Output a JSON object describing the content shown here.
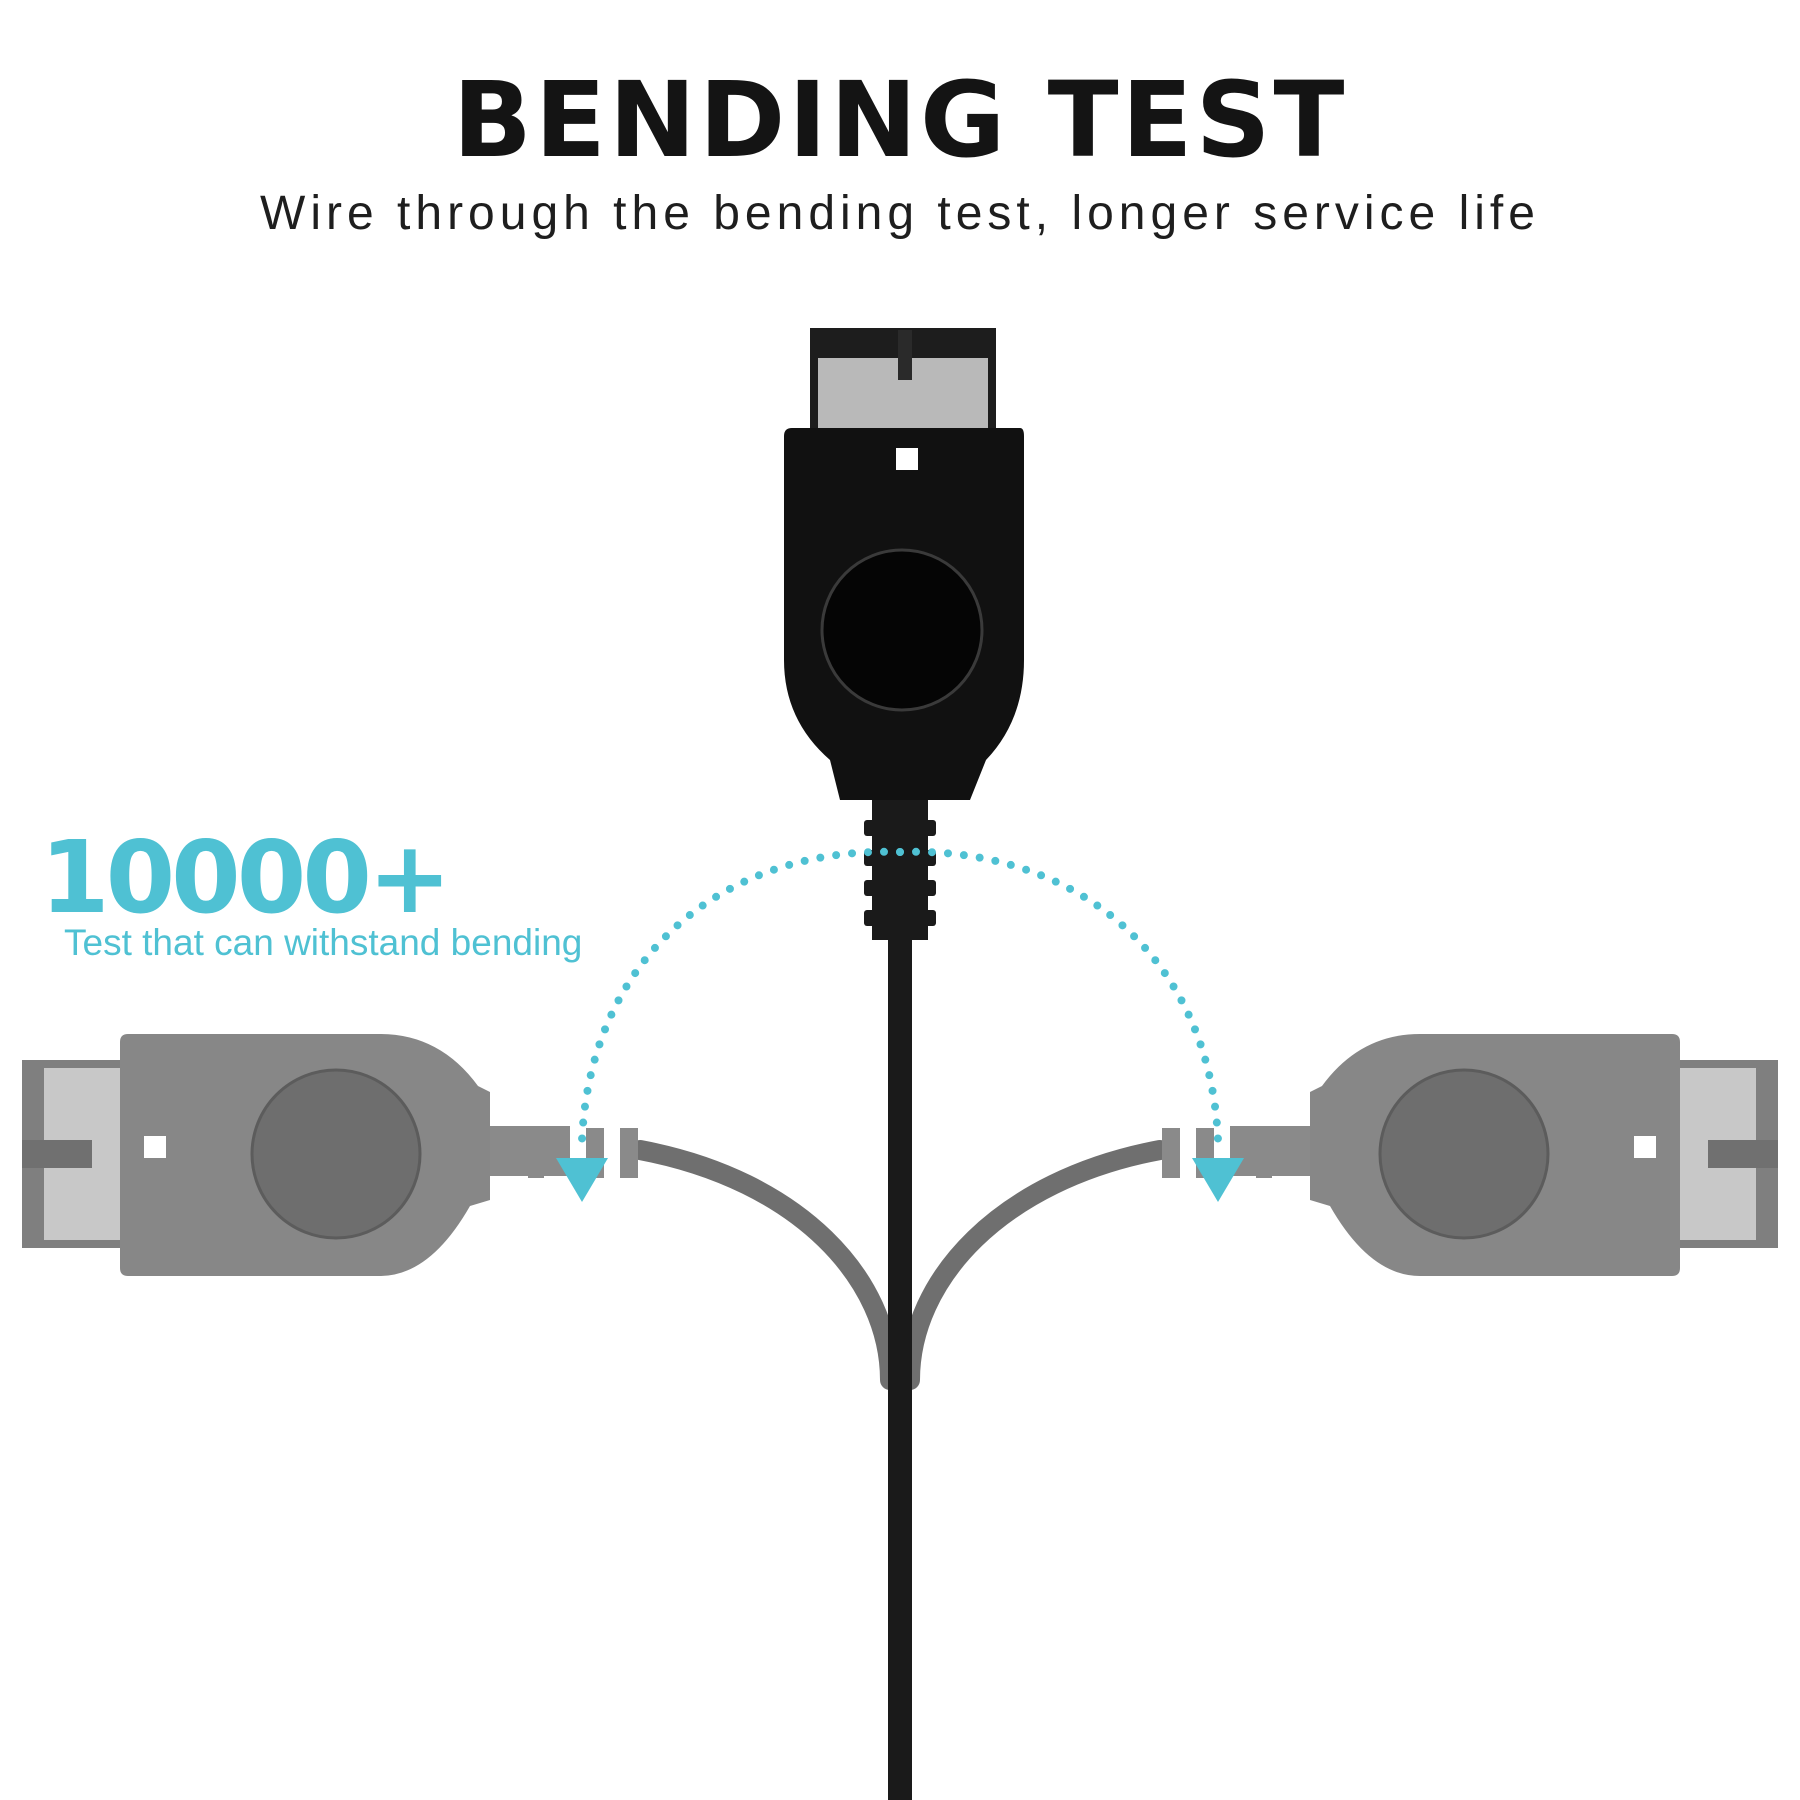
{
  "title": "BENDING TEST",
  "subtitle": "Wire through the bending test, longer service life",
  "highlight": {
    "count": "10000+",
    "label": "Test that can withstand bending"
  },
  "colors": {
    "accent": "#4fc1d3",
    "cable": "#1a1a1a",
    "ghost_connector": "#8a8a8a",
    "ghost_cable": "#6f6f6f"
  },
  "icons": {
    "center_connector": "link-cable-connector-icon",
    "left_connector": "link-cable-connector-icon",
    "right_connector": "link-cable-connector-icon",
    "arc_arrows": "dotted-arc-arrow-icon"
  }
}
